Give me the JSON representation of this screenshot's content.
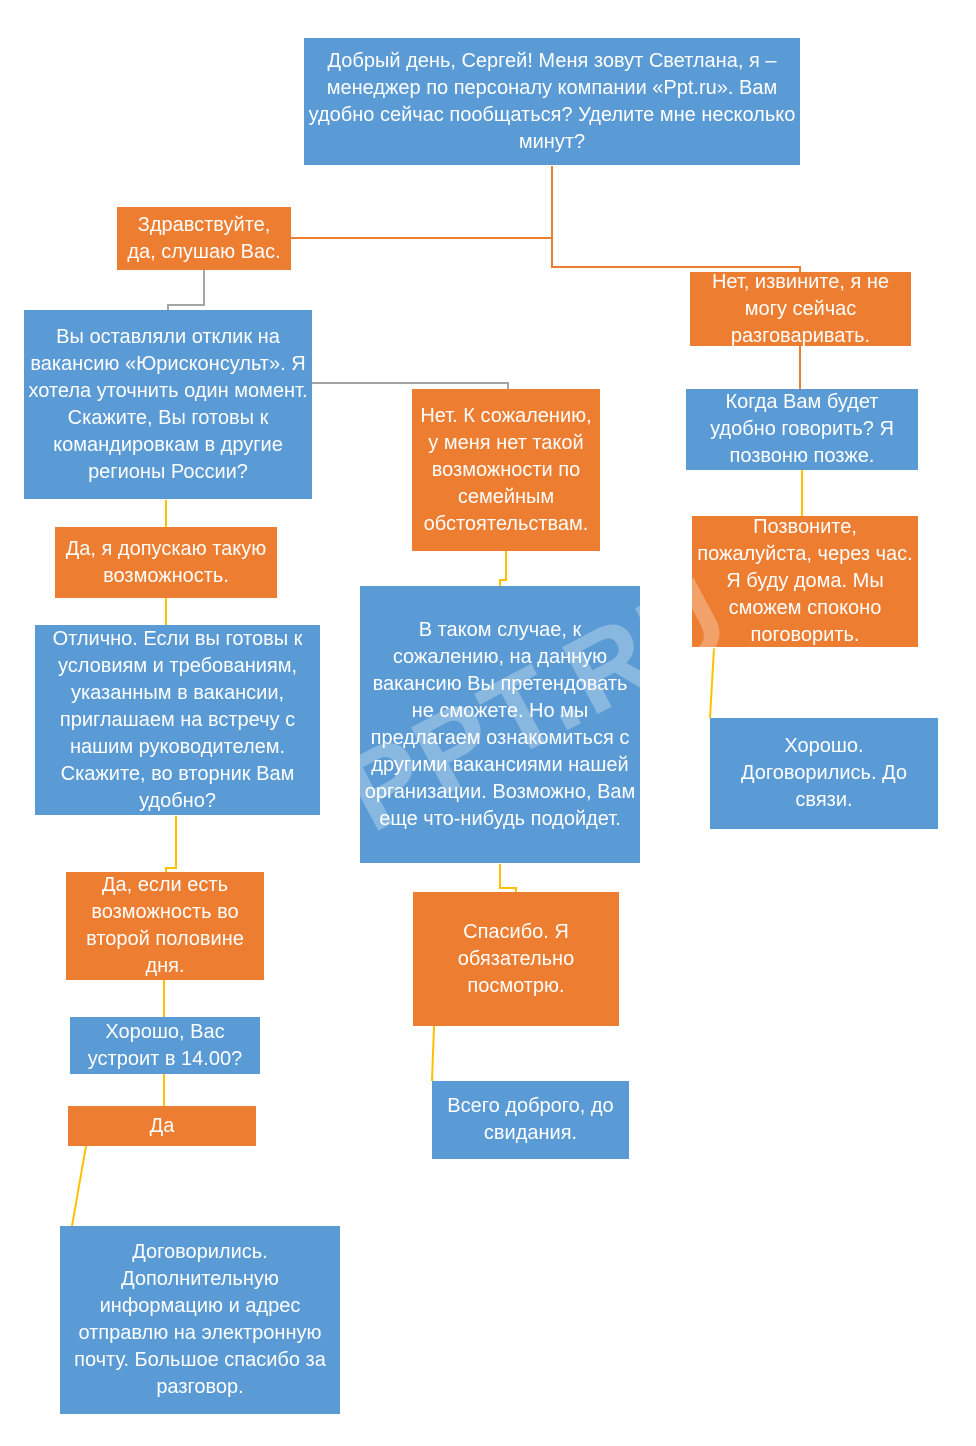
{
  "nodes": {
    "greeting": "Добрый день, Сергей! Меня зовут Светлана, я – менеджер по персоналу компании «Ppt.ru». Вам удобно сейчас пообщаться? Уделите мне несколько минут?",
    "yes_listen": "Здравствуйте, да, слушаю Вас.",
    "no_talk": "Нет, извините, я не могу сейчас разговаривать.",
    "question_travel": "Вы оставляли отклик на вакансию «Юрисконсульт». Я хотела уточнить один момент. Скажите, Вы готовы к командировкам в другие регионы России?",
    "no_family": "Нет. К сожалению, у меня нет такой возможности по семейным обстоятельствам.",
    "when_call": "Когда Вам будет удобно говорить? Я позвоню позже.",
    "yes_allow": "Да, я допускаю такую возможность.",
    "call_in_hour": "Позвоните, пожалуйста, через час. Я буду дома. Мы сможем споконо поговорить.",
    "invite_meeting": "Отлично. Если вы готовы к условиям и требованиям, указанным в вакансии, приглашаем на встречу с нашим руководителем. Скажите, во вторник Вам удобно?",
    "other_vacancies": "В таком случае, к сожалению, на данную вакансию Вы претендовать не сможете. Но мы предлагаем ознакомиться с другими вакансиями нашей организации. Возможно, Вам еще что-нибудь подойдет.",
    "ok_agreed": "Хорошо. Договорились. До связи.",
    "yes_afternoon": "Да, если есть возможность во второй половине дня.",
    "thanks_look": "Спасибо. Я обязательно посмотрю.",
    "ok_1400": "Хорошо, Вас устроит в 14.00?",
    "goodbye": "Всего доброго, до свидания.",
    "yes": "Да",
    "final": "Договорились. Дополнительную информацию и адрес отправлю на электронную почту. Большое спасибо за разговор."
  },
  "watermark": "PPT.RU",
  "colors": {
    "blue": "#5b9bd5",
    "orange": "#ed7d31",
    "gold": "#ffc000",
    "gray": "#a5a5a5"
  }
}
